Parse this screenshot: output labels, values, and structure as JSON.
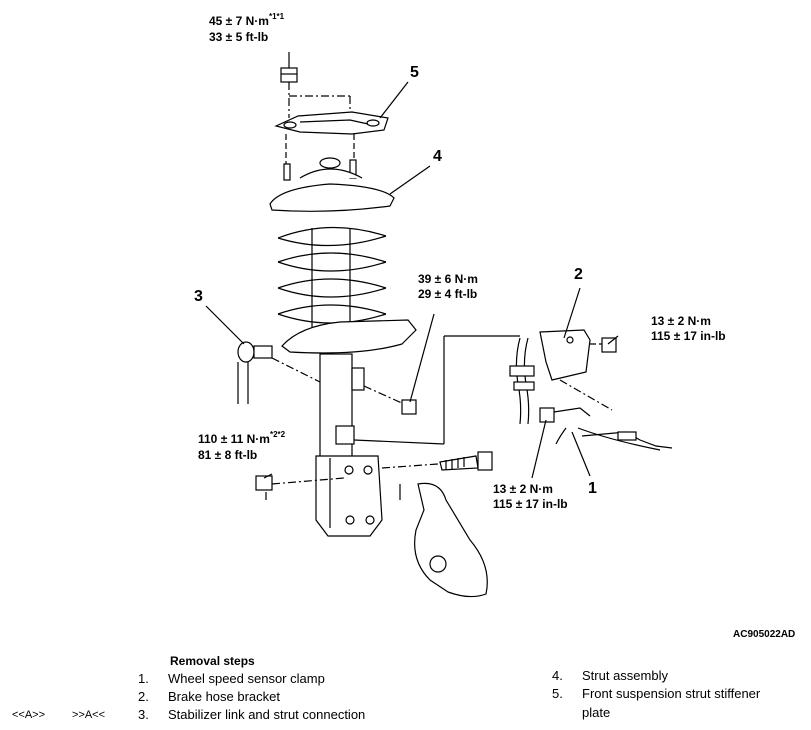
{
  "torques": {
    "top_nut": {
      "line1": "45 ± 7 N·m",
      "line1_marks": [
        "*1",
        "*1"
      ],
      "line2": "33 ± 5 ft-lb"
    },
    "strut_nut": {
      "line1": "39 ± 6 N·m",
      "line2": "29 ± 4 ft-lb"
    },
    "bracket_upper": {
      "line1": "13 ± 2 N·m",
      "line2": "115 ± 17 in-lb"
    },
    "bracket_lower": {
      "line1": "13 ± 2 N·m",
      "line2": "115 ± 17 in-lb"
    },
    "knuckle_nut": {
      "line1": "110 ± 11 N·m",
      "line1_marks": [
        "*2",
        "*2"
      ],
      "line2": "81 ± 8 ft-lb"
    }
  },
  "callouts": [
    "1",
    "2",
    "3",
    "4",
    "5"
  ],
  "figure_code": "AC905022AD",
  "removal": {
    "title": "Removal steps",
    "steps": [
      {
        "num": "1.",
        "text": "Wheel speed sensor clamp"
      },
      {
        "num": "2.",
        "text": "Brake hose bracket"
      },
      {
        "num": "3.",
        "text": "Stabilizer link and strut connection",
        "marks": [
          "<<A>>",
          ">>A<<"
        ]
      },
      {
        "num": "4.",
        "text": "Strut assembly"
      },
      {
        "num": "5.",
        "text": "Front suspension strut stiffener",
        "text2": "plate"
      }
    ]
  }
}
